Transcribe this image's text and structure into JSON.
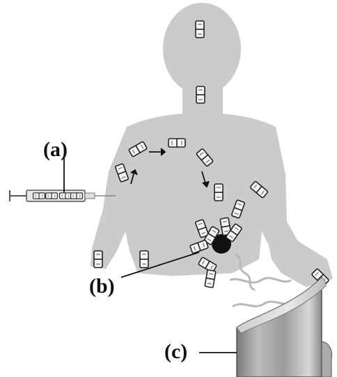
{
  "labels": {
    "a": "(a)",
    "b": "(b)",
    "c": "(c)"
  },
  "colors": {
    "body": "#cbcbcb",
    "nanoparticle_outline": "#222222",
    "nanoparticle_fill": "#f4f4f4",
    "tumor": "#111111",
    "magnet": "#9a9a9a",
    "heat_waves": "#b8b8b8",
    "leader_lines": "#111111"
  }
}
